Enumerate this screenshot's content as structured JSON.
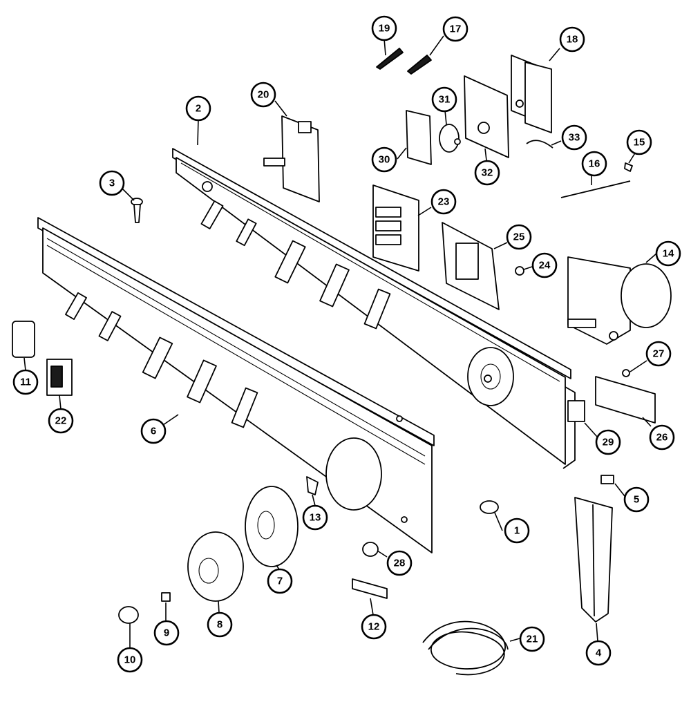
{
  "diagram": {
    "type": "exploded-parts-view",
    "callouts": [
      {
        "label": "1"
      },
      {
        "label": "2"
      },
      {
        "label": "3"
      },
      {
        "label": "4"
      },
      {
        "label": "5"
      },
      {
        "label": "6"
      },
      {
        "label": "7"
      },
      {
        "label": "8"
      },
      {
        "label": "9"
      },
      {
        "label": "10"
      },
      {
        "label": "11"
      },
      {
        "label": "12"
      },
      {
        "label": "13"
      },
      {
        "label": "14"
      },
      {
        "label": "15"
      },
      {
        "label": "16"
      },
      {
        "label": "17"
      },
      {
        "label": "18"
      },
      {
        "label": "19"
      },
      {
        "label": "20"
      },
      {
        "label": "21"
      },
      {
        "label": "22"
      },
      {
        "label": "23"
      },
      {
        "label": "24"
      },
      {
        "label": "25"
      },
      {
        "label": "26"
      },
      {
        "label": "27"
      },
      {
        "label": "28"
      },
      {
        "label": "29"
      },
      {
        "label": "30"
      },
      {
        "label": "31"
      },
      {
        "label": "32"
      },
      {
        "label": "33"
      }
    ]
  }
}
